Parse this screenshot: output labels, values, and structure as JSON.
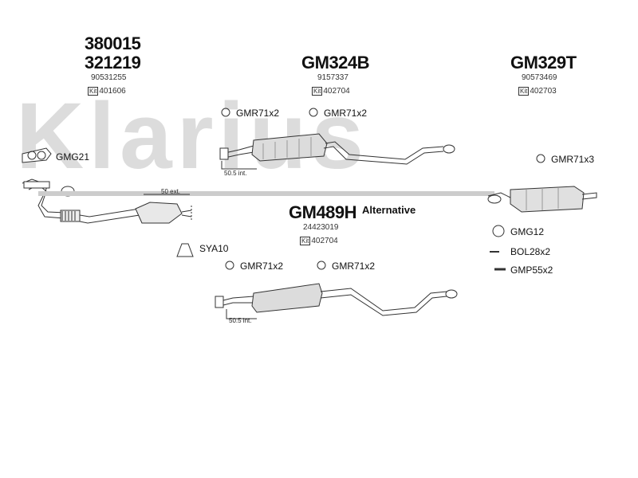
{
  "watermark": "Klarius",
  "groups": {
    "left": {
      "code1": "380015",
      "code2": "321219",
      "ref": "90531255",
      "kit_label": "Kit",
      "kit": "401606"
    },
    "mid": {
      "code": "GM324B",
      "ref": "9157337",
      "kit_label": "Kit",
      "kit": "402704"
    },
    "right": {
      "code": "GM329T",
      "ref": "90573469",
      "kit_label": "Kit",
      "kit": "402703"
    },
    "alt": {
      "code": "GM489H",
      "alternative": "Alternative",
      "ref": "24423019",
      "kit_label": "Kit",
      "kit": "402704"
    }
  },
  "parts": {
    "gmg21": "GMG21",
    "top_a": "GMR71x2",
    "top_b": "GMR71x2",
    "right_clamp": "GMR71x3",
    "sya10": "SYA10",
    "low_a": "GMR71x2",
    "low_b": "GMR71x2",
    "gmg12": "GMG12",
    "bol28": "BOL28x2",
    "gmp55": "GMP55x2"
  },
  "dims": {
    "top_int": "50.5 int.",
    "ext": "50 ext.",
    "low_int": "50.5 int."
  },
  "colors": {
    "watermark": "#dcdcdc",
    "line": "#333333"
  }
}
